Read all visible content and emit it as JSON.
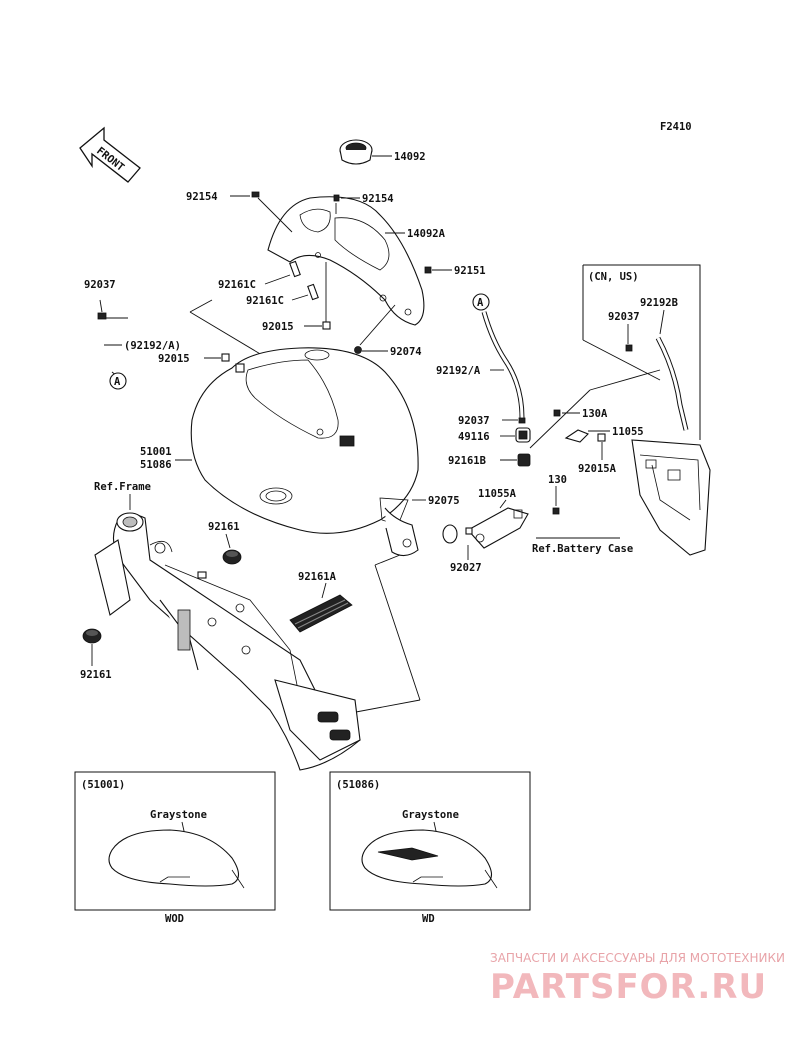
{
  "diagram_code": "F2410",
  "front_arrow": "FRONT",
  "part_labels": {
    "p14092": "14092",
    "p92154_left": "92154",
    "p92154_right": "92154",
    "p14092A": "14092A",
    "p92151": "92151",
    "p92037_left": "92037",
    "p92161C_a": "92161C",
    "p92161C_b": "92161C",
    "p92015_upper": "92015",
    "p92192A_paren": "(92192/A)",
    "p92015_left": "92015",
    "p92074": "92074",
    "p92192A": "92192/A",
    "p92037_mid": "92037",
    "p49116": "49116",
    "p92161B": "92161B",
    "p130A": "130A",
    "p11055": "11055",
    "p92015A": "92015A",
    "p51001": "51001",
    "p51086": "51086",
    "ref_frame": "Ref.Frame",
    "p92075": "92075",
    "p11055A": "11055A",
    "p130": "130",
    "ref_battery": "Ref.Battery Case",
    "p92027": "92027",
    "p92161_upper": "92161",
    "p92161A": "92161A",
    "p92161_lower": "92161",
    "cn_us": "(CN, US)",
    "p92192B": "92192B",
    "p92037_right": "92037",
    "ref_A_left": "A",
    "ref_A_right": "A"
  },
  "inset_left": {
    "code": "(51001)",
    "color": "Graystone",
    "caption": "WOD"
  },
  "inset_right": {
    "code": "(51086)",
    "color": "Graystone",
    "caption": "WD"
  },
  "watermark": {
    "line1": "ЗАПЧАСТИ И АКСЕССУАРЫ ДЛЯ МОТОТЕХНИКИ",
    "line2": "PARTSFOR.RU"
  }
}
